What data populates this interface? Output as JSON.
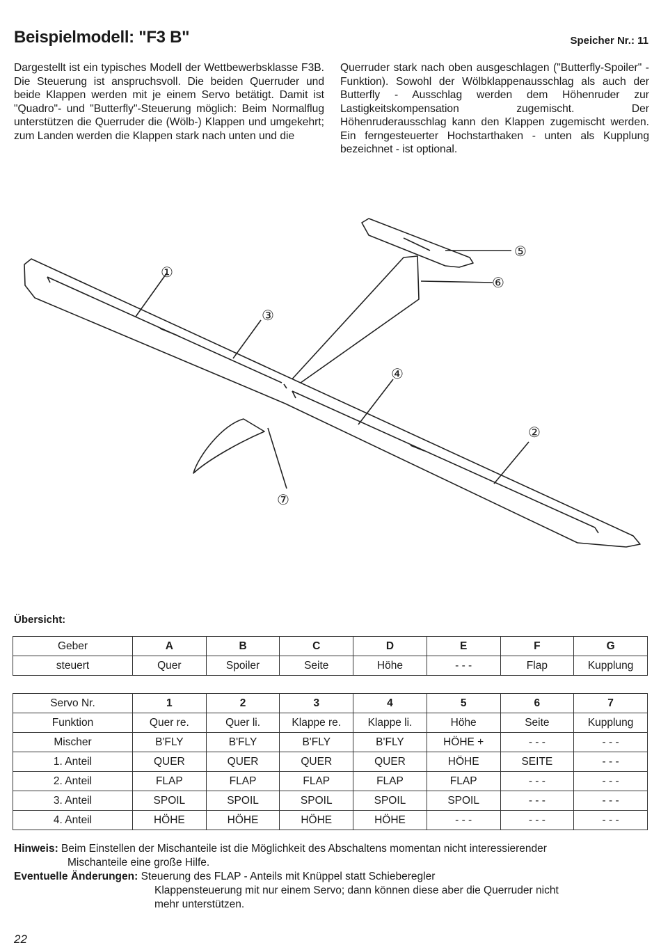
{
  "header": {
    "title": "Beispielmodell: \"F3 B\"",
    "memory": "Speicher Nr.: 11"
  },
  "intro": {
    "left": "Dargestellt ist ein typisches Modell der Wettbewerbsklasse F3B. Die Steuerung ist anspruchsvoll. Die beiden Querruder und beide Klappen werden mit je einem Servo betätigt. Damit ist \"Quadro\"- und \"Butterfly\"-Steuerung möglich: Beim Normalflug unterstützen die Querruder die (Wölb-) Klappen und umgekehrt; zum Landen werden die Klappen stark nach unten und die",
    "right": "Querruder stark nach oben ausgeschlagen (\"Butterfly-Spoiler\" - Funktion). Sowohl der Wölbklappenausschlag als auch der Butterfly - Ausschlag werden dem Höhenruder zur Lastigkeitskompensation zugemischt. Der Höhenruderausschlag kann den Klappen zugemischt werden. Ein ferngesteuerter Hochstarthaken - unten als Kupplung bezeichnet - ist optional."
  },
  "drawing": {
    "callouts": [
      "①",
      "②",
      "③",
      "④",
      "⑤",
      "⑥",
      "⑦"
    ]
  },
  "overview": {
    "label": "Übersicht:",
    "geber": {
      "rows": [
        [
          "Geber",
          "A",
          "B",
          "C",
          "D",
          "E",
          "F",
          "G"
        ],
        [
          "steuert",
          "Quer",
          "Spoiler",
          "Seite",
          "Höhe",
          "- - -",
          "Flap",
          "Kupplung"
        ]
      ]
    },
    "servo": {
      "rows": [
        [
          "Servo Nr.",
          "1",
          "2",
          "3",
          "4",
          "5",
          "6",
          "7"
        ],
        [
          "Funktion",
          "Quer re.",
          "Quer li.",
          "Klappe re.",
          "Klappe li.",
          "Höhe",
          "Seite",
          "Kupplung"
        ],
        [
          "Mischer",
          "B'FLY",
          "B'FLY",
          "B'FLY",
          "B'FLY",
          "HÖHE +",
          "- - -",
          "- - -"
        ],
        [
          "1. Anteil",
          "QUER",
          "QUER",
          "QUER",
          "QUER",
          "HÖHE",
          "SEITE",
          "- - -"
        ],
        [
          "2. Anteil",
          "FLAP",
          "FLAP",
          "FLAP",
          "FLAP",
          "FLAP",
          "- - -",
          "- - -"
        ],
        [
          "3. Anteil",
          "SPOIL",
          "SPOIL",
          "SPOIL",
          "SPOIL",
          "SPOIL",
          "- - -",
          "- - -"
        ],
        [
          "4. Anteil",
          "HÖHE",
          "HÖHE",
          "HÖHE",
          "HÖHE",
          "- - -",
          "- - -",
          "- - -"
        ]
      ]
    }
  },
  "notes": {
    "hinweis_label": "Hinweis:",
    "hinweis_line1": "Beim Einstellen der Mischanteile ist die Möglichkeit des Abschaltens momentan nicht interessierender",
    "hinweis_line2": "Mischanteile eine große Hilfe.",
    "aenderungen_label": "Eventuelle Änderungen:",
    "aenderungen_line1": "Steuerung des FLAP - Anteils mit Knüppel statt Schieberegler",
    "aenderungen_line2": "Klappensteuerung mit nur einem Servo; dann können diese aber die Querruder nicht",
    "aenderungen_line3": "mehr unterstützen."
  },
  "footer": {
    "page_number": "22"
  }
}
